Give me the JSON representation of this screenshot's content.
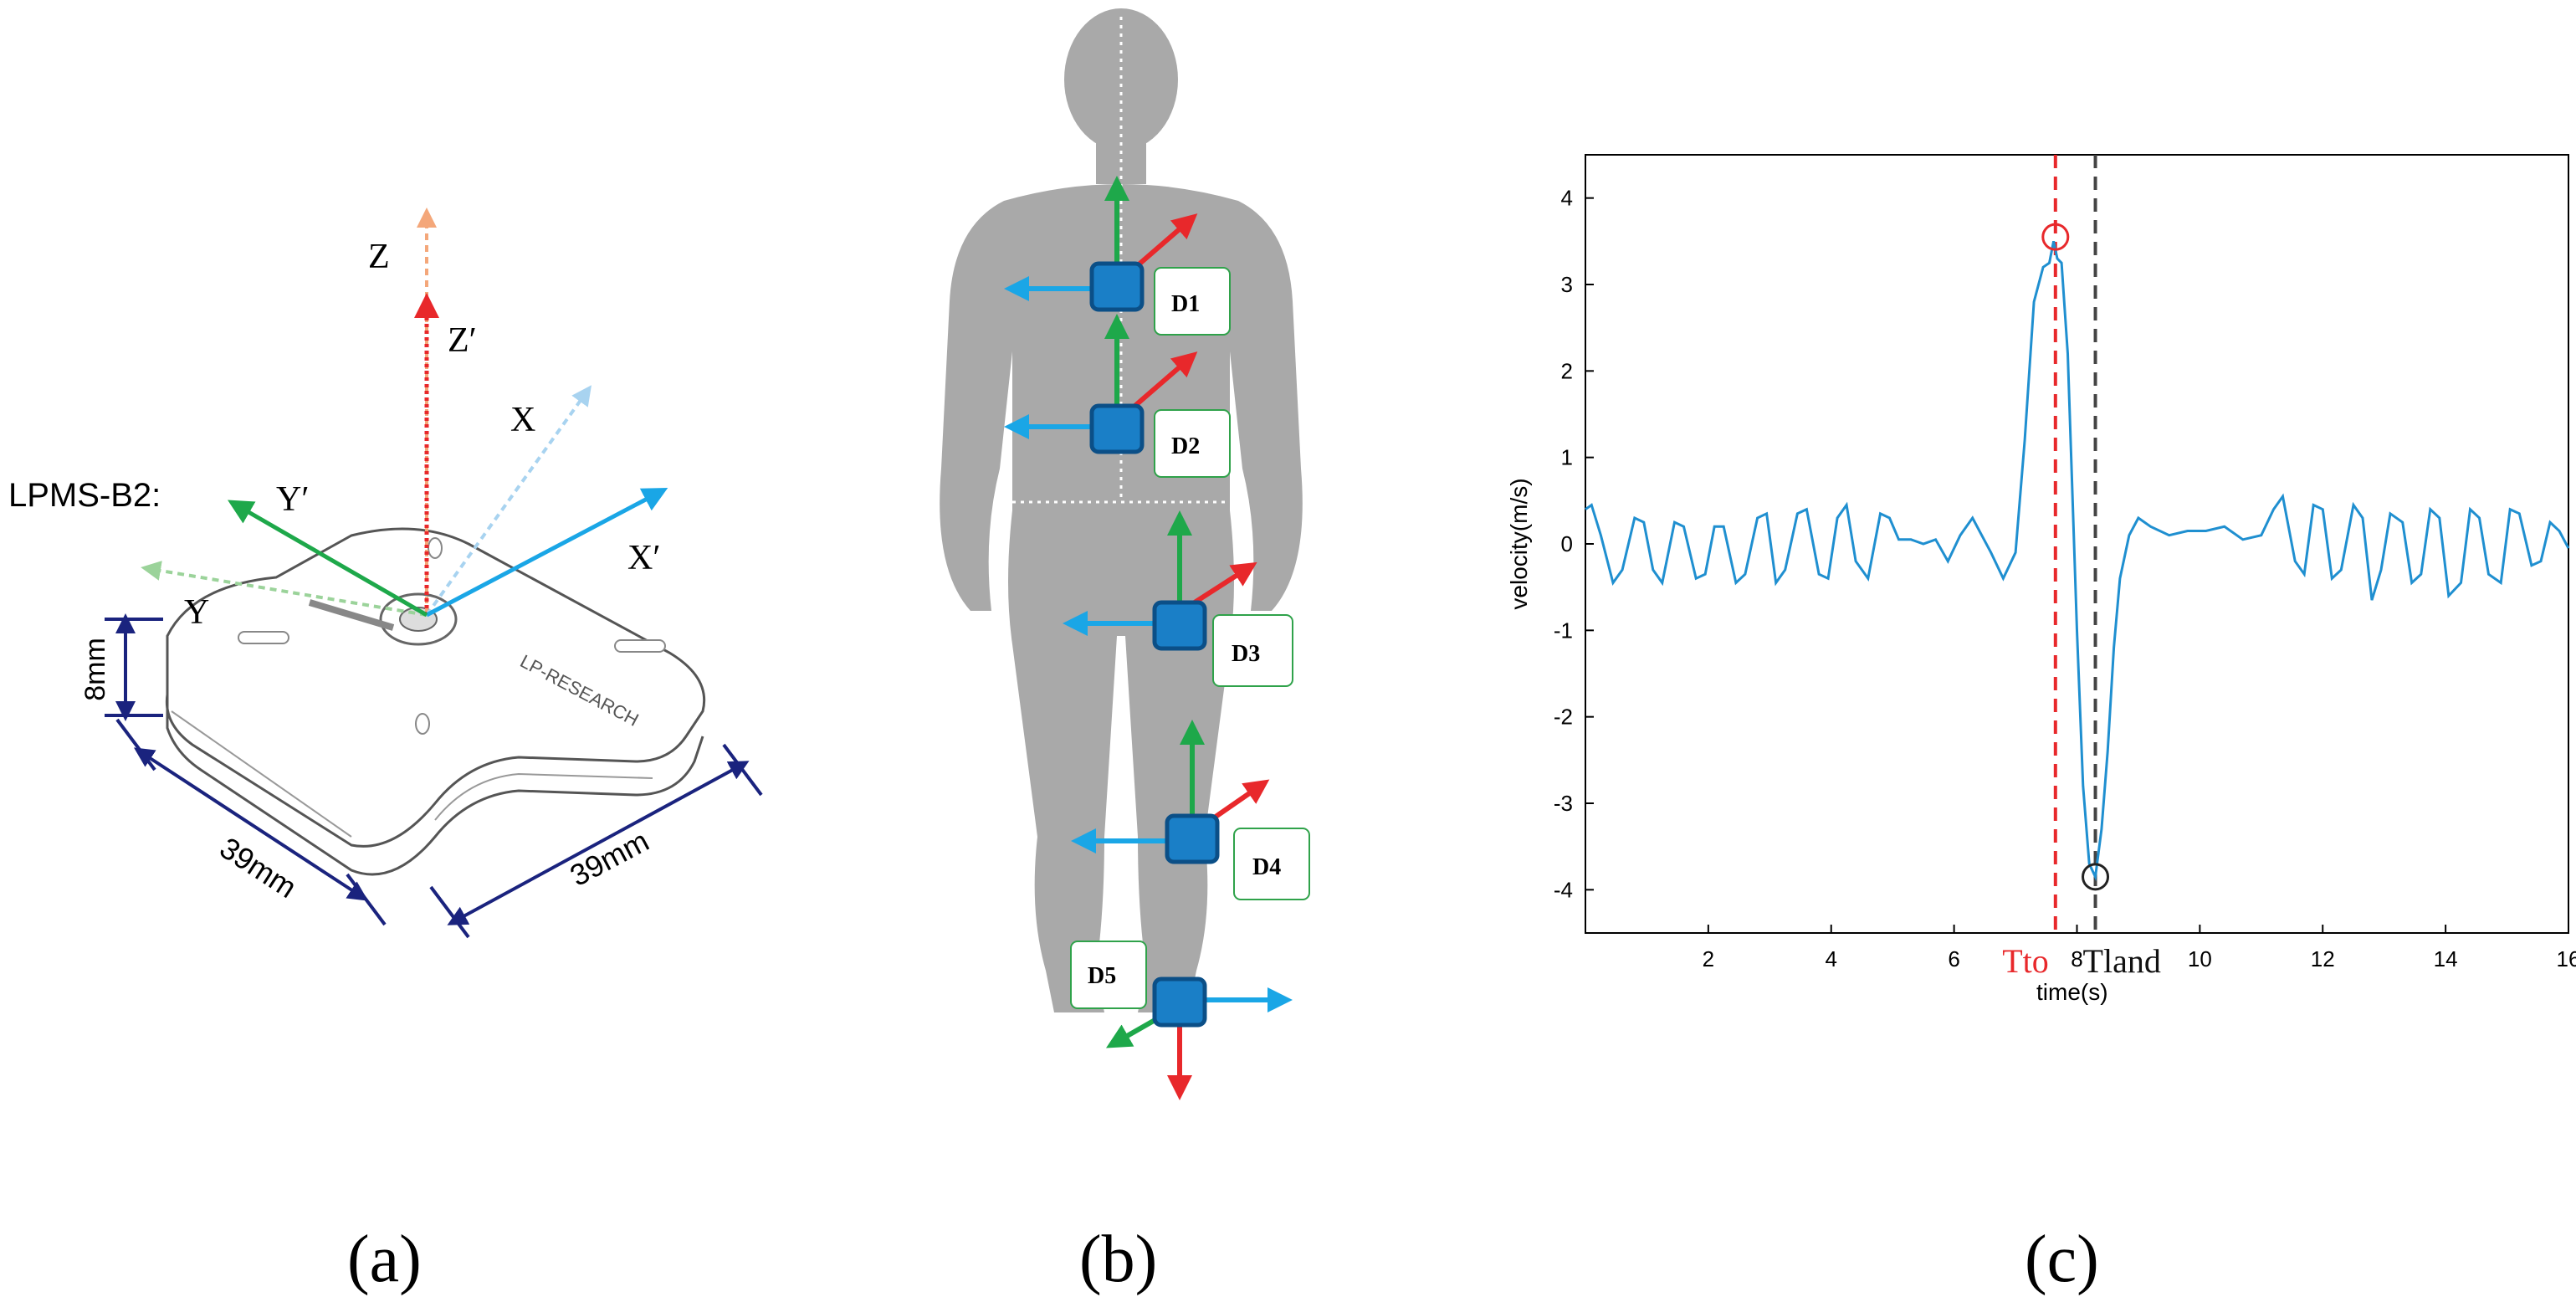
{
  "panel_a": {
    "device_label": "LPMS-B2:",
    "axes": {
      "z": "Z",
      "z_prime": "Z′",
      "x": "X",
      "x_prime": "X′",
      "y": "Y",
      "y_prime": "Y′"
    },
    "dimensions": {
      "height": "8mm",
      "width_left": "39mm",
      "width_right": "39mm"
    },
    "brand_text": "LP-RESEARCH",
    "caption": "(a)"
  },
  "panel_b": {
    "sensors": [
      "D1",
      "D2",
      "D3",
      "D4",
      "D5"
    ],
    "caption": "(b)"
  },
  "panel_c": {
    "caption": "(c)",
    "markers": {
      "takeoff": "Tto",
      "landing": "Tland"
    },
    "colors": {
      "signal": "#1f8fd0",
      "takeoff": "#e8282b",
      "landing": "#444444"
    },
    "chart_data": {
      "type": "line",
      "xlabel": "time(s)",
      "ylabel": "velocity(m/s)",
      "xlim": [
        0,
        16
      ],
      "ylim": [
        -4.5,
        4.5
      ],
      "xticks": [
        2,
        4,
        6,
        8,
        10,
        12,
        14,
        16
      ],
      "yticks": [
        -4,
        -3,
        -2,
        -1,
        0,
        1,
        2,
        3,
        4
      ],
      "takeoff_time": 7.65,
      "landing_time": 8.3,
      "peak": [
        7.65,
        3.55
      ],
      "trough": [
        8.3,
        -3.85
      ],
      "series": [
        {
          "x": [
            0,
            0.1,
            0.25,
            0.45,
            0.6,
            0.8,
            0.95,
            1.1,
            1.25,
            1.45,
            1.6,
            1.8,
            1.95,
            2.1,
            2.25,
            2.45,
            2.6,
            2.8,
            2.95,
            3.1,
            3.25,
            3.45,
            3.6,
            3.8,
            3.95,
            4.1,
            4.25,
            4.4,
            4.6,
            4.8,
            4.95,
            5.1,
            5.3,
            5.5,
            5.7,
            5.9,
            6.1,
            6.3,
            6.45,
            6.6,
            6.8,
            7.0,
            7.15,
            7.3,
            7.45,
            7.55,
            7.62,
            7.68,
            7.75,
            7.85,
            8.0,
            8.1,
            8.2,
            8.3,
            8.4,
            8.5,
            8.6,
            8.7,
            8.85,
            9.0,
            9.2,
            9.5,
            9.8,
            10.1,
            10.4,
            10.7,
            11.0,
            11.2,
            11.35,
            11.55,
            11.7,
            11.85,
            12.0,
            12.15,
            12.3,
            12.5,
            12.65,
            12.8,
            12.95,
            13.1,
            13.3,
            13.45,
            13.6,
            13.75,
            13.9,
            14.05,
            14.25,
            14.4,
            14.55,
            14.7,
            14.9,
            15.05,
            15.2,
            15.4,
            15.55,
            15.7,
            15.85,
            16.0
          ],
          "y": [
            0.4,
            0.45,
            0.1,
            -0.45,
            -0.3,
            0.3,
            0.25,
            -0.3,
            -0.45,
            0.25,
            0.2,
            -0.4,
            -0.35,
            0.2,
            0.2,
            -0.45,
            -0.35,
            0.3,
            0.35,
            -0.45,
            -0.3,
            0.35,
            0.4,
            -0.35,
            -0.4,
            0.3,
            0.45,
            -0.2,
            -0.4,
            0.35,
            0.3,
            0.05,
            0.05,
            0.0,
            0.05,
            -0.2,
            0.1,
            0.3,
            0.1,
            -0.1,
            -0.4,
            -0.1,
            1.2,
            2.8,
            3.2,
            3.25,
            3.5,
            3.3,
            3.25,
            2.2,
            -1.0,
            -2.8,
            -3.7,
            -3.85,
            -3.3,
            -2.4,
            -1.2,
            -0.4,
            0.1,
            0.3,
            0.2,
            0.1,
            0.15,
            0.15,
            0.2,
            0.05,
            0.1,
            0.4,
            0.55,
            -0.2,
            -0.35,
            0.45,
            0.4,
            -0.4,
            -0.3,
            0.45,
            0.3,
            -0.65,
            -0.3,
            0.35,
            0.25,
            -0.45,
            -0.35,
            0.4,
            0.3,
            -0.6,
            -0.45,
            0.4,
            0.3,
            -0.35,
            -0.45,
            0.4,
            0.35,
            -0.25,
            -0.2,
            0.25,
            0.15,
            -0.05
          ]
        }
      ]
    }
  }
}
